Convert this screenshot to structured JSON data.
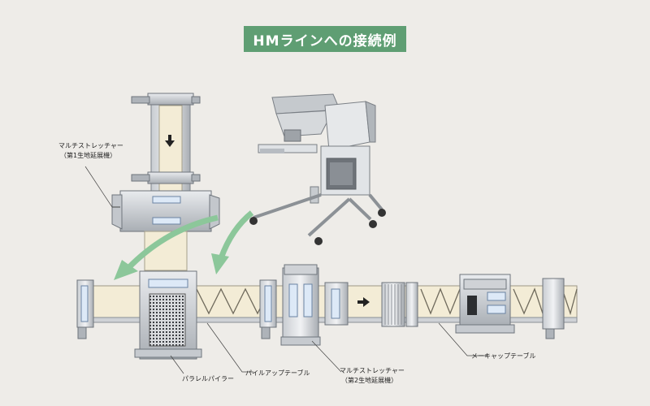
{
  "title": "HMラインへの接続例",
  "labels": {
    "stretcher1_line1": "マルチストレッチャー",
    "stretcher1_line2": "（第1生地延展機）",
    "parallel_piler": "パラレルパイラー",
    "pileup_table": "パイルアップテーブル",
    "stretcher2_line1": "マルチストレッチャー",
    "stretcher2_line2": "（第2生地延展機）",
    "makeup_table": "メーキャップテーブル"
  },
  "colors": {
    "title_bg": "#5f9e73",
    "arrow_green": "#8cc79a",
    "dough": "#f3ecd6",
    "frame": "#b9bdc2"
  },
  "icons": [
    "down-arrow-icon",
    "right-arrow-icon",
    "curved-arrow-icon"
  ]
}
